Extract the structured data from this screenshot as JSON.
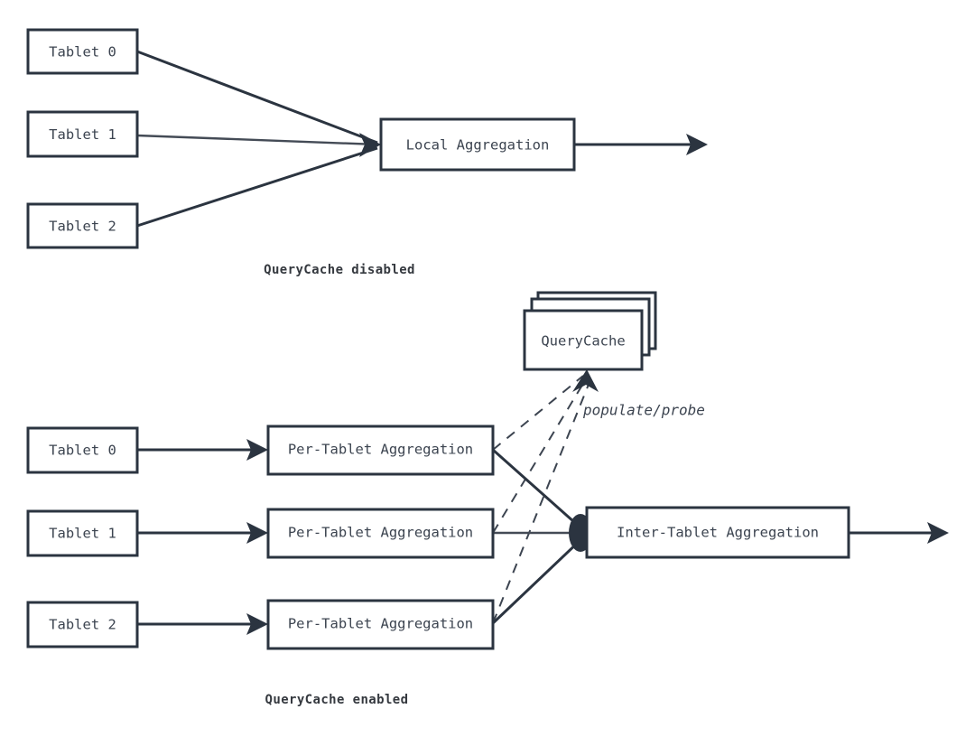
{
  "page": {
    "title": "QueryCache aggregation diagram",
    "background_color": "#ffffff",
    "stroke_color": "#2b3440",
    "text_color": "#3c4450"
  },
  "sections": {
    "disabled": {
      "caption": "QueryCache disabled",
      "sources": [
        {
          "label": "Tablet 0"
        },
        {
          "label": "Tablet 1"
        },
        {
          "label": "Tablet 2"
        }
      ],
      "aggregator": {
        "label": "Local Aggregation"
      }
    },
    "enabled": {
      "caption": "QueryCache enabled",
      "sources": [
        {
          "label": "Tablet 0"
        },
        {
          "label": "Tablet 1"
        },
        {
          "label": "Tablet 2"
        }
      ],
      "per_tablet": [
        {
          "label": "Per-Tablet Aggregation"
        },
        {
          "label": "Per-Tablet Aggregation"
        },
        {
          "label": "Per-Tablet Aggregation"
        }
      ],
      "cache": {
        "label": "QueryCache",
        "stack_layers": 3
      },
      "final": {
        "label": "Inter-Tablet Aggregation"
      },
      "cache_edge_annotation": "populate/probe"
    }
  }
}
